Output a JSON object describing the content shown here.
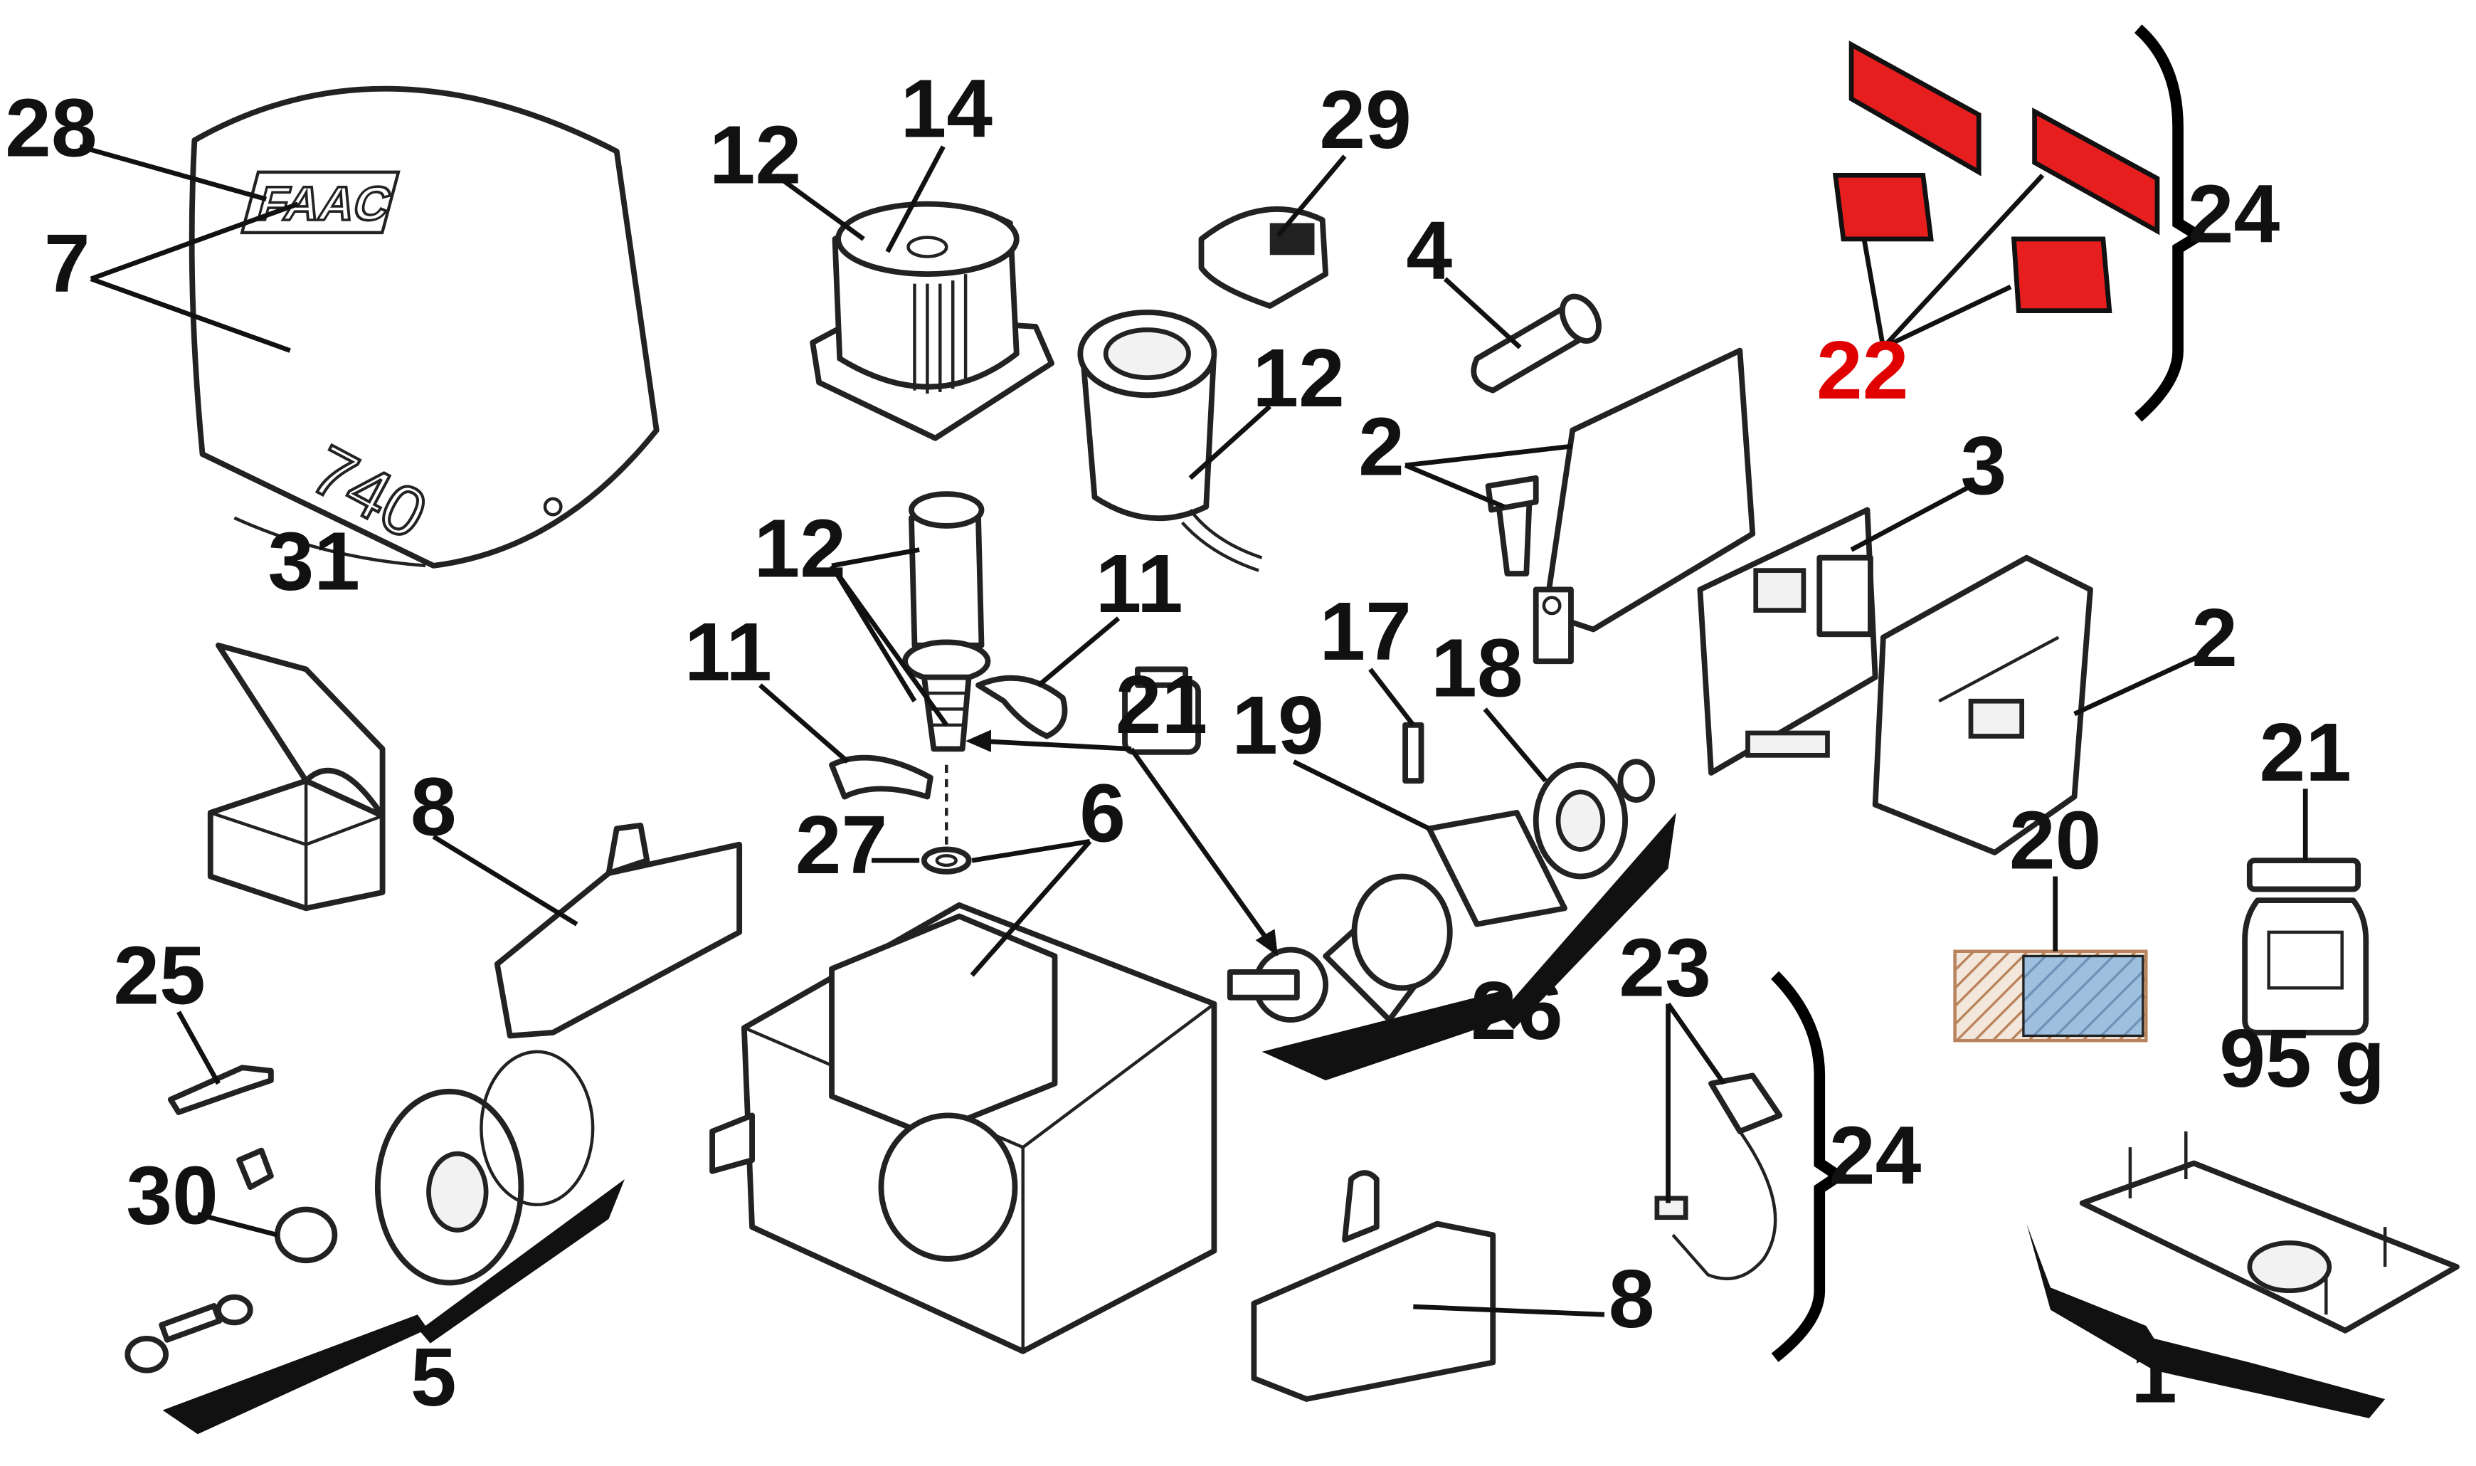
{
  "parts": {
    "p28": "28",
    "p7": "7",
    "p12a": "12",
    "p14": "14",
    "p29": "29",
    "p12b": "12",
    "p4": "4",
    "p12c": "12",
    "p11a": "11",
    "p11b": "11",
    "p21a": "21",
    "p2a": "2",
    "p3": "3",
    "p2b": "2",
    "p22": "22",
    "p24a": "24",
    "p31": "31",
    "p8a": "8",
    "p27": "27",
    "p6": "6",
    "p17": "17",
    "p18": "18",
    "p19": "19",
    "p26": "26",
    "p25": "25",
    "p30": "30",
    "p5": "5",
    "p20": "20",
    "p21b": "21",
    "p23": "23",
    "p24b": "24",
    "p8b": "8",
    "p1": "1"
  },
  "cover_brand": "FAAC",
  "cover_model": "740",
  "grease_weight": "95 g",
  "colors": {
    "highlight": "#e61e1e",
    "ink": "#111111"
  }
}
